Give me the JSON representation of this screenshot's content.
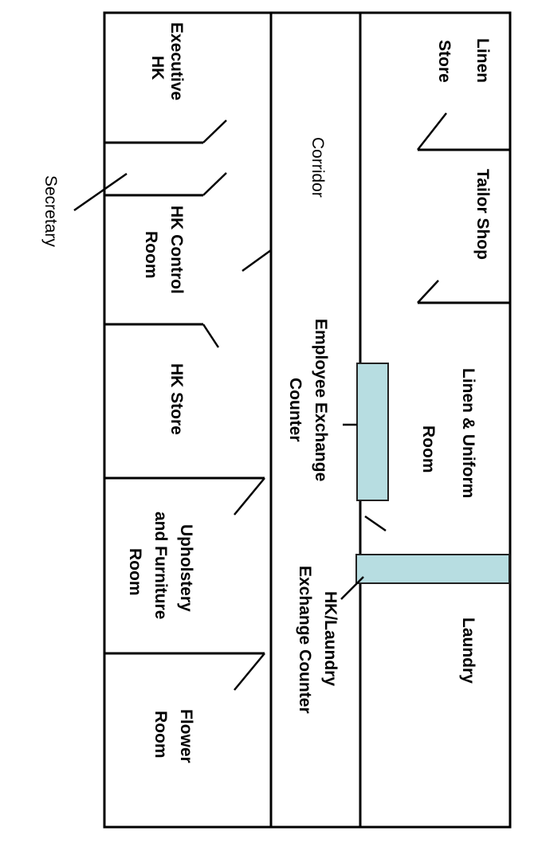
{
  "diagram": {
    "type": "floor-plan",
    "title": "",
    "colors": {
      "walls": "#000000",
      "counter_fill": "#b7dde1",
      "background": "#ffffff"
    },
    "rooms": {
      "executive_hk": [
        "Executive",
        "HK"
      ],
      "hk_control_room": [
        "HK Control",
        "Room"
      ],
      "hk_store": [
        "HK Store"
      ],
      "upholstery_room": [
        "Upholstery",
        "and Furniture",
        "Room"
      ],
      "flower_room": [
        "Flower",
        "Room"
      ],
      "corridor": [
        "Corridor"
      ],
      "linen_store": [
        "Linen",
        "Store"
      ],
      "tailor_shop": [
        "Tailor Shop"
      ],
      "linen_uniform_room": [
        "Linen & Uniform",
        "Room"
      ],
      "laundry": [
        "Laundry"
      ]
    },
    "annotations": {
      "secretary": "Secretary",
      "employee_exchange_counter": [
        "Employee Exchange",
        "Counter"
      ],
      "hk_laundry_exchange_counter": [
        "HK/Laundry",
        "Exchange Counter"
      ]
    }
  }
}
